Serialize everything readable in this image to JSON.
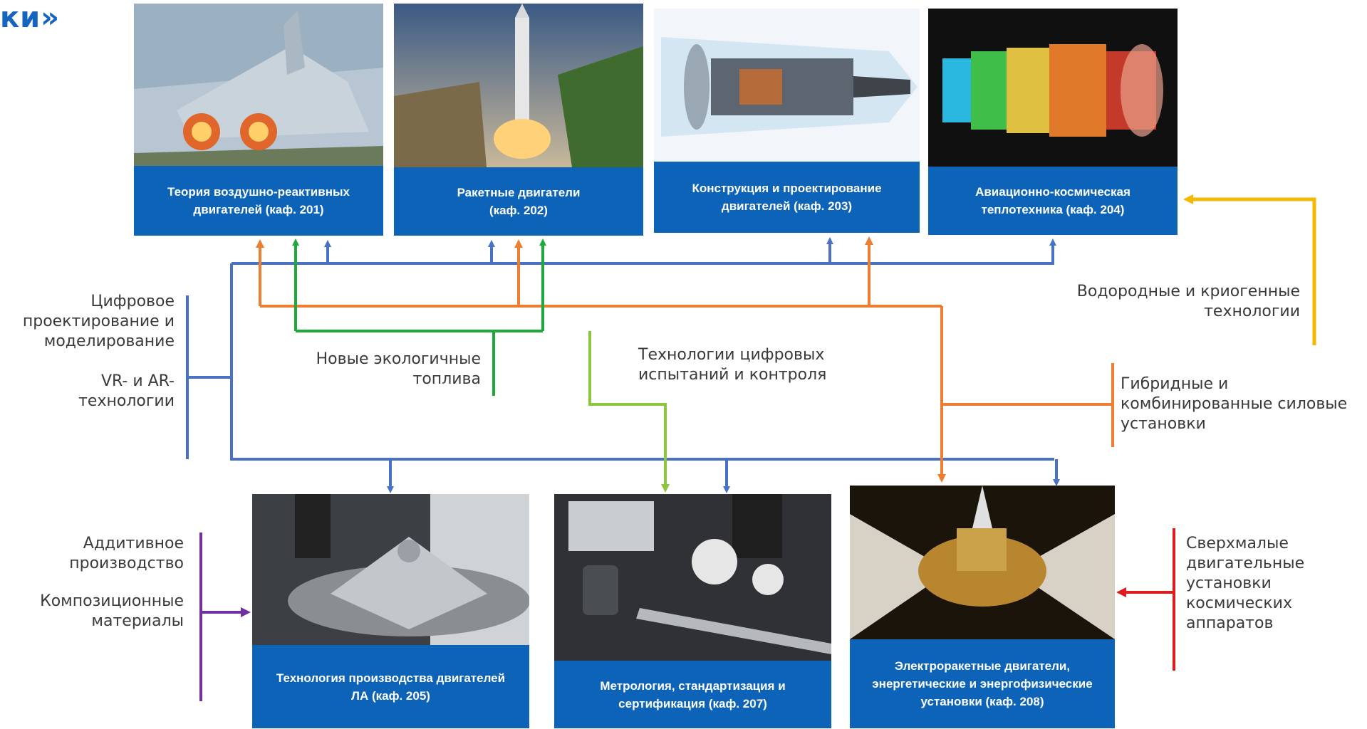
{
  "title_fragment": "ки»",
  "colors": {
    "caption_bg": "#0d63b8",
    "blue_line": "#4a72c4",
    "orange_line": "#ed7d31",
    "green_line": "#1fa83c",
    "lightgreen_line": "#8cc63e",
    "yellow_line": "#f5b800",
    "purple_line": "#7030a0",
    "red_line": "#e01b1b"
  },
  "cards": {
    "c201": {
      "caption": "Теория воздушно-реактивных\nдвигателей (каф. 201)",
      "image": "fighter-jet-photo"
    },
    "c202": {
      "caption": "Ракетные двигатели\n(каф. 202)",
      "image": "rocket-launch-photo"
    },
    "c203": {
      "caption": "Конструкция и проектирование\nдвигателей (каф. 203)",
      "image": "turbofan-cutaway-photo"
    },
    "c204": {
      "caption": "Авиационно-космическая\nтеплотехника (каф. 204)",
      "image": "engine-thermal-render"
    },
    "c205": {
      "caption": "Технология производства двигателей\nЛА (каф. 205)",
      "image": "impeller-milling-photo"
    },
    "c207": {
      "caption": "Метрология, стандартизация и\nсертификация (каф. 207)",
      "image": "measuring-instruments-photo"
    },
    "c208": {
      "caption": "Электроракетные двигатели,\nэнергетические и энергофизические\nустановки (каф. 208)",
      "image": "electric-thruster-photo"
    }
  },
  "labels": {
    "digital_design": "Цифровое\nпроектирование и\nмоделирование",
    "vr_ar": "VR- и AR-\nтехнологии",
    "eco_fuels": "Новые экологичные\nтоплива",
    "digital_testing": "Технологии цифровых\nиспытаний и контроля",
    "hydrogen": "Водородные и криогенные\nтехнологии",
    "hybrid": "Гибридные и\nкомбинированные силовые\nустановки",
    "additive": "Аддитивное\nпроизводство",
    "composite": "Композиционные\nматериалы",
    "micro_propulsion": "Сверхмалые\nдвигательные\nустановки\nкосмических\nаппаратов"
  }
}
